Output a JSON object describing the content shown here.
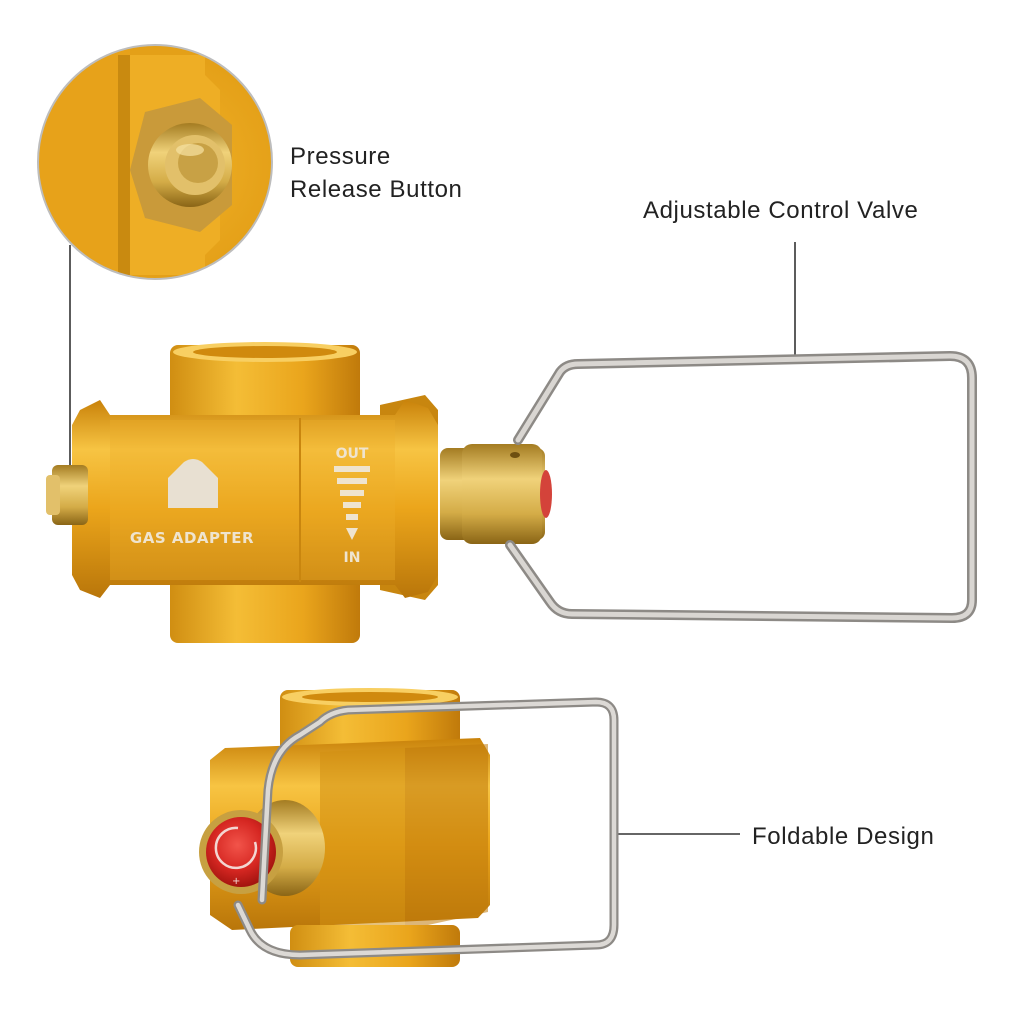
{
  "callouts": {
    "pressure_release": {
      "line1": "Pressure",
      "line2": "Release Button"
    },
    "control_valve": "Adjustable Control Valve",
    "foldable": "Foldable Design"
  },
  "adapter": {
    "body_text": "GAS ADAPTER",
    "flow_out": "OUT",
    "flow_in": "IN"
  },
  "colors": {
    "anodized_gold": "#e9a413",
    "brass": "#d8b24f",
    "steel_wire": "#b9b5b0",
    "knob_red": "#d62722",
    "leader_line": "#333333"
  },
  "icons": [
    "magnifier-circle",
    "house-logo-icon",
    "flow-arrow-icon"
  ]
}
